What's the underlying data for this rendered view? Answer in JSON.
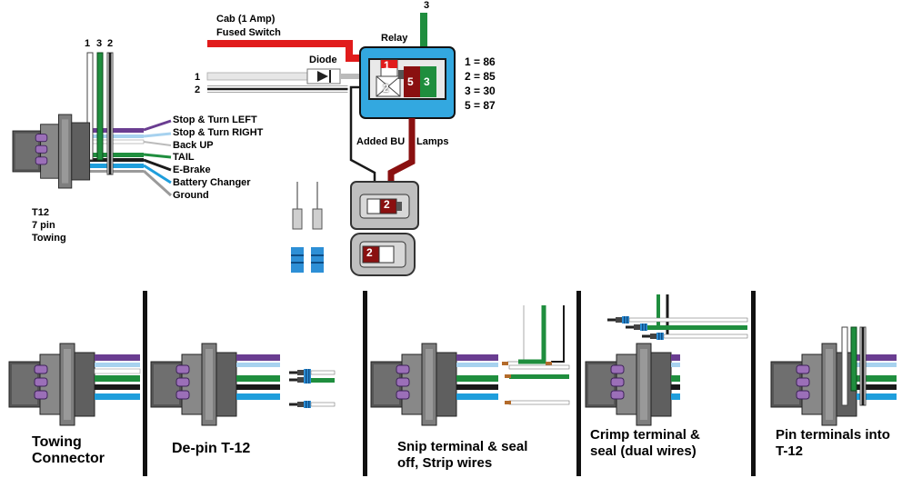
{
  "colors": {
    "purple": "#6a3d91",
    "light_blue": "#a7d2ef",
    "cyan": "#1e9edc",
    "white": "#ffffff",
    "green": "#1f8e3e",
    "black": "#1a1a1a",
    "gray": "#9a9a9a",
    "red": "#e11b1b",
    "dark_red": "#8a1010",
    "relay_blue": "#33a8e0",
    "connector_gray": "#7a7a7a",
    "terminal_blue": "#2d8fd6"
  },
  "main": {
    "connector_wire_labels": [
      "1",
      "3",
      "2"
    ],
    "harness_labels": [
      "Stop & Turn LEFT",
      "Stop & Turn RIGHT",
      "Back UP",
      "TAIL",
      "E-Brake",
      "Battery Changer",
      "Ground"
    ],
    "connector_caption": [
      "T12",
      "7 pin",
      "Towing"
    ],
    "cab_label": [
      "Cab  (1 Amp)",
      "Fused Switch"
    ],
    "diode_label": "Diode",
    "relay_label": "Relay",
    "relay_top_wire": "3",
    "input_wires": [
      "1",
      "2"
    ],
    "relay_pin_digits": [
      "1",
      "2",
      "5",
      "3"
    ],
    "pin_map": [
      "1 = 86",
      "2 = 85",
      "3 = 30",
      "5 = 87"
    ],
    "added_bu_label": "Added BU",
    "lamps_label": "Lamps",
    "plug_pin": "2"
  },
  "steps": [
    {
      "caption": [
        "Towing",
        "Connector"
      ]
    },
    {
      "caption": [
        "De-pin T-12"
      ]
    },
    {
      "caption": [
        "Snip terminal & seal",
        "off, Strip wires"
      ]
    },
    {
      "caption": [
        "Crimp terminal &",
        "seal (dual wires)"
      ]
    },
    {
      "caption": [
        "Pin terminals into",
        "T-12"
      ]
    }
  ]
}
